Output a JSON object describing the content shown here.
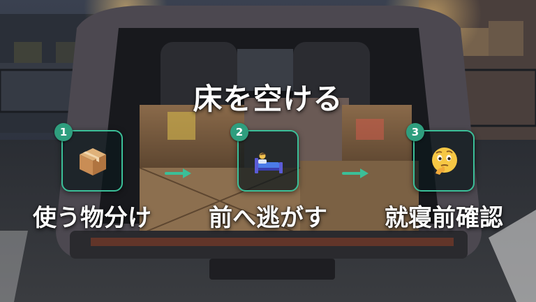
{
  "title": "床を空ける",
  "steps": [
    {
      "number": "1",
      "label": "使う物分け",
      "icon": "package-icon"
    },
    {
      "number": "2",
      "label": "前へ逃がす",
      "icon": "bed-icon"
    },
    {
      "number": "3",
      "label": "就寝前確認",
      "icon": "thinking-face-icon"
    }
  ],
  "colors": {
    "accent": "#3bbf98",
    "badge": "#2f9e7e",
    "text": "#ffffff"
  }
}
